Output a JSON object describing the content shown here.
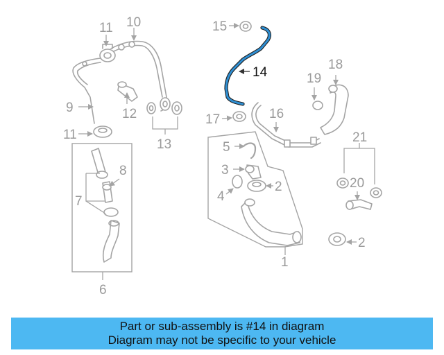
{
  "colors": {
    "highlight": "#2f8fd3",
    "parts": "#a4a4a4",
    "caption_bg": "#4db8f2"
  },
  "callouts": {
    "c1": "1",
    "c2a": "2",
    "c2b": "2",
    "c3": "3",
    "c4": "4",
    "c5": "5",
    "c6": "6",
    "c7": "7",
    "c8": "8",
    "c9": "9",
    "c10": "10",
    "c11a": "11",
    "c11b": "11",
    "c12": "12",
    "c13": "13",
    "c14": "14",
    "c15": "15",
    "c16": "16",
    "c17": "17",
    "c18": "18",
    "c19": "19",
    "c20": "20",
    "c21": "21"
  },
  "caption": {
    "line1": "Part or sub-assembly is #14 in diagram",
    "line2": "Diagram may not be specific to your vehicle"
  }
}
